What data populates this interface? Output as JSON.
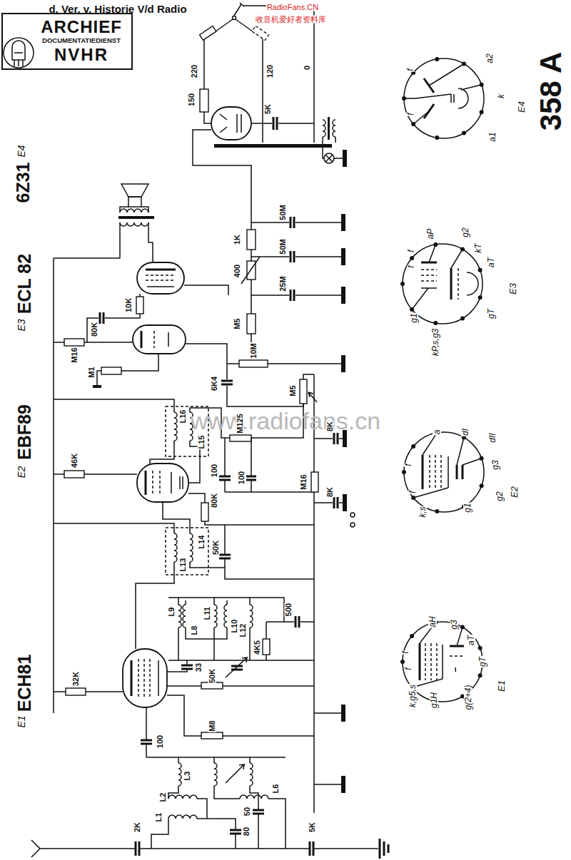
{
  "diagram": {
    "title": "358 A",
    "nodes": [
      {
        "text": [
          "ARCHIEF",
          "DOCUMENTATIEDIENST",
          "NVHR"
        ]
      }
    ],
    "labels": [
      "d. Ver. v. Historie V/d Radio",
      "RadioFans.CN",
      "收音机爱好者资料库",
      "www.radiofans.cn",
      "E4",
      "6Z31",
      "E3",
      "ECL 82",
      "E2",
      "EBF89",
      "E1",
      "ECH81",
      "220",
      "120",
      "0",
      "150",
      "5K",
      "50M",
      "50M",
      "25M",
      "1K",
      "400",
      "M5",
      "10K",
      "80K",
      "M16",
      "M1",
      "10M",
      "6K4",
      "M5",
      "L16",
      "L15",
      "M125",
      "100",
      "100",
      "80K",
      "8K",
      "M16",
      "8K",
      "46K",
      "50K",
      "L14",
      "L13",
      "L9",
      "L8",
      "L11",
      "L10",
      "L12",
      "4K5",
      "500",
      "33",
      "50K",
      "M8",
      "100",
      "32K",
      "L3",
      "L2",
      "L1",
      "L6",
      "50",
      "80",
      "5K",
      "2K",
      "a2",
      "k",
      "f",
      "f",
      "a1",
      "E4",
      "aP",
      "g2",
      "kT",
      "aT",
      "f",
      "f",
      "g1",
      "kP,s,g3",
      "gT",
      "E3",
      "a",
      "dI",
      "dII",
      "g3",
      "g2",
      "g1",
      "k,s",
      "f",
      "f",
      "E2",
      "aH",
      "g3",
      "aT",
      "gT",
      "g(2+4)",
      "g1H",
      "k,g5,s",
      "f",
      "f",
      "E1"
    ]
  }
}
